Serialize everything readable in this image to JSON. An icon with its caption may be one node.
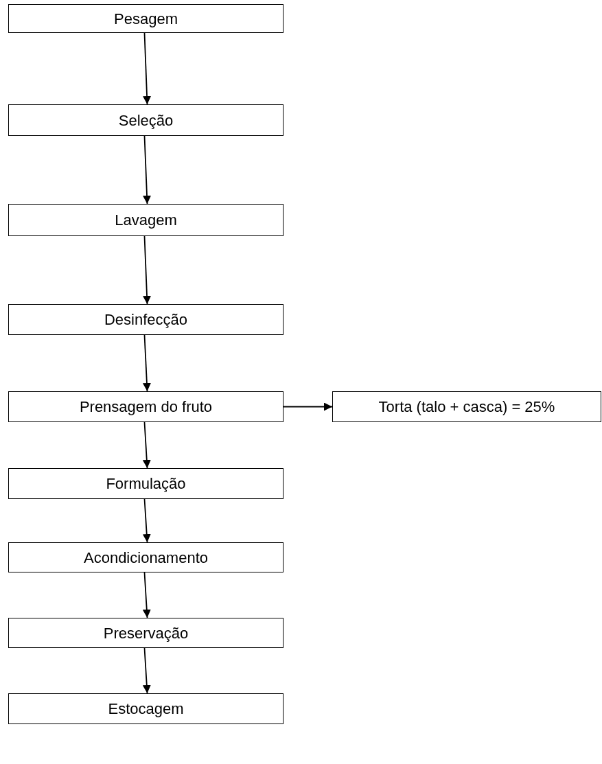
{
  "diagram": {
    "nodes": [
      {
        "text": [
          "Pesagem"
        ]
      },
      {
        "text": [
          "Seleção"
        ]
      },
      {
        "text": [
          "Lavagem"
        ]
      },
      {
        "text": [
          "Desinfecção"
        ]
      },
      {
        "text": [
          "Prensagem do fruto"
        ]
      },
      {
        "text": [
          "Torta (talo + casca) = 25%"
        ]
      },
      {
        "text": [
          "Formulação"
        ]
      },
      {
        "text": [
          "Acondicionamento"
        ]
      },
      {
        "text": [
          "Preservação"
        ]
      },
      {
        "text": [
          "Estocagem"
        ]
      }
    ],
    "edges": [
      {
        "from": 0,
        "to": 1,
        "arrow": "to"
      },
      {
        "from": 1,
        "to": 2,
        "arrow": "to"
      },
      {
        "from": 2,
        "to": 3,
        "arrow": "to"
      },
      {
        "from": 3,
        "to": 4,
        "arrow": "to"
      },
      {
        "from": 4,
        "to": 5,
        "arrow": "to"
      },
      {
        "from": 4,
        "to": 6,
        "arrow": "to"
      },
      {
        "from": 6,
        "to": 7,
        "arrow": "to"
      },
      {
        "from": 7,
        "to": 8,
        "arrow": "to"
      },
      {
        "from": 8,
        "to": 9,
        "arrow": "to"
      }
    ]
  }
}
